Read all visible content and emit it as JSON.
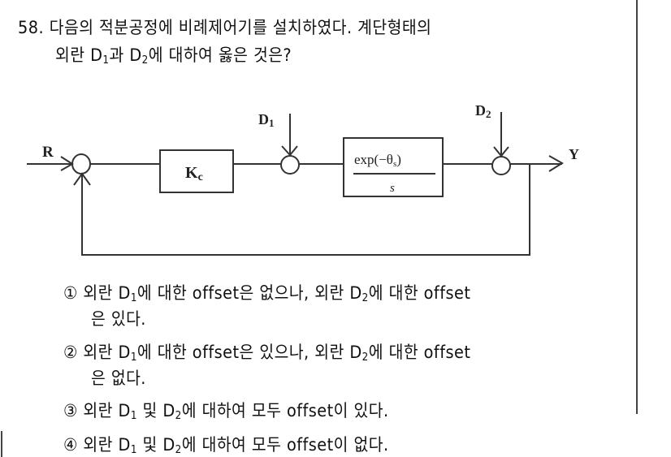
{
  "question": {
    "number": "58.",
    "line1": "다음의 적분공정에 비례제어기를 설치하였다. 계단형태의",
    "line2_prefix": "외란 D",
    "line2_sub1": "1",
    "line2_mid": "과 D",
    "line2_sub2": "2",
    "line2_suffix": "에 대하여 옳은 것은?"
  },
  "diagram": {
    "input_label": "R",
    "output_label": "Y",
    "controller_label": "Kc",
    "controller_main": "K",
    "controller_sub": "c",
    "process_numerator": "exp(−θs)",
    "process_numerator_main": "exp(−θ",
    "process_numerator_sub": "s",
    "process_numerator_close": ")",
    "process_denominator": "s",
    "disturbance1_label": "D1",
    "disturbance1_main": "D",
    "disturbance1_sub": "1",
    "disturbance2_label": "D2",
    "disturbance2_main": "D",
    "disturbance2_sub": "2"
  },
  "options": [
    {
      "marker": "①",
      "line1_a": "외란 D",
      "line1_sub_a": "1",
      "line1_b": "에 대한 offset은 없으나, 외란 D",
      "line1_sub_b": "2",
      "line1_c": "에 대한 offset",
      "line2": "은 있다."
    },
    {
      "marker": "②",
      "line1_a": "외란 D",
      "line1_sub_a": "1",
      "line1_b": "에 대한 offset은 있으나, 외란 D",
      "line1_sub_b": "2",
      "line1_c": "에 대한 offset",
      "line2": "은 없다."
    },
    {
      "marker": "③",
      "line1_a": "외란 D",
      "line1_sub_a": "1",
      "line1_b": " 및 D",
      "line1_sub_b": "2",
      "line1_c": "에 대하여 모두 offset이 있다."
    },
    {
      "marker": "④",
      "line1_a": "외란 D",
      "line1_sub_a": "1",
      "line1_b": " 및 D",
      "line1_sub_b": "2",
      "line1_c": "에 대하여 모두 offset이 없다."
    }
  ]
}
